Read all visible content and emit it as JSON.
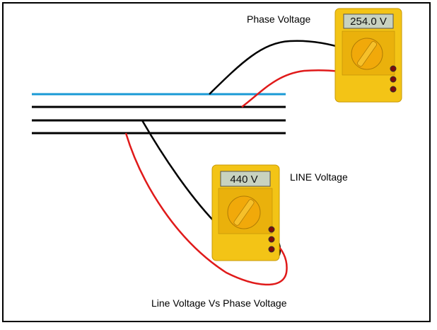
{
  "diagram": {
    "caption": "Line Voltage Vs Phase Voltage",
    "meters": [
      {
        "id": "phase",
        "label": "Phase Voltage",
        "reading": "254.0 V"
      },
      {
        "id": "line",
        "label": "LINE Voltage",
        "reading": "440 V"
      }
    ],
    "conductors": [
      {
        "name": "neutral",
        "color": "#1a9ad6"
      },
      {
        "name": "phase-1",
        "color": "#000000"
      },
      {
        "name": "phase-2",
        "color": "#000000"
      },
      {
        "name": "phase-3",
        "color": "#000000"
      }
    ],
    "colors": {
      "meter_body": "#f3c416",
      "meter_dial": "#f1a90a",
      "lcd": "#c8d2c0",
      "probe_red": "#e01a1a",
      "probe_black": "#000000"
    }
  }
}
